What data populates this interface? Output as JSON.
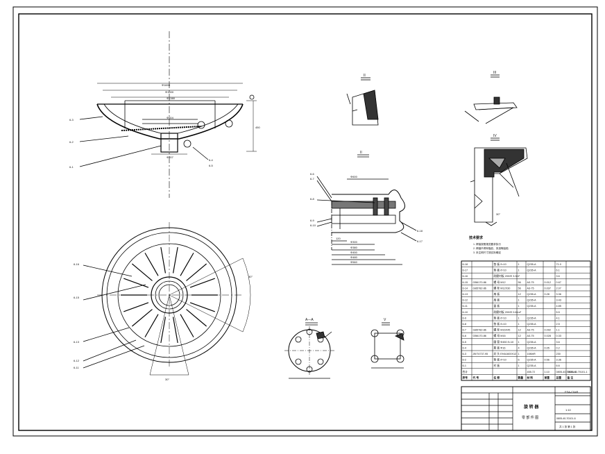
{
  "labels": {
    "callouts": [
      "6-3",
      "6-2",
      "6-1",
      "6-4",
      "6-5",
      "6-6",
      "6-7",
      "6-8",
      "6-9",
      "6-10",
      "6-16",
      "6-17",
      "6-18",
      "6-15",
      "6-13",
      "6-14",
      "6-12",
      "6-11"
    ],
    "dims_top": [
      "Φ1600",
      "Φ1500",
      "Φ1380",
      "Φ604",
      "Φ207",
      "450"
    ],
    "dims_mid": [
      "Φ600",
      "Φ300",
      "Φ380",
      "Φ450",
      "Φ480",
      "Φ560",
      "120"
    ],
    "section_marks": [
      "II",
      "III",
      "IV",
      "A—A",
      "V"
    ],
    "notes_title": "技术要求",
    "notes": [
      "1. 焊接按照规范要求执行",
      "2. 焊缝不得有裂纹、夹渣等缺陷",
      "3. 未注明尺寸按实际确定"
    ],
    "degrees": [
      "30°",
      "30°",
      "30°"
    ]
  },
  "bom": {
    "rows": [
      [
        "6-18",
        "",
        "垫 板 δ=10",
        "1",
        "Q235-A",
        "",
        "71.0"
      ],
      [
        "6-17",
        "",
        "垫 板 δ=10",
        "1",
        "Q235-A",
        "",
        "6.1"
      ],
      [
        "6-16",
        "",
        "耐磨衬板 200/Φ 3.3m²",
        "",
        "",
        "",
        "3.6"
      ],
      [
        "6-15",
        "GB6170-86",
        "螺 母 M12",
        "56",
        "A3-75",
        "0.012",
        "0.67"
      ],
      [
        "6-14",
        "GB5782-86",
        "螺 栓 M12X30",
        "56",
        "A3-75",
        "0.037",
        "2.07"
      ],
      [
        "6-13",
        "",
        "扇 板",
        "12",
        "Q235-A",
        "0.28",
        "3.36"
      ],
      [
        "6-12",
        "",
        "扇 板",
        "1",
        "Q235-A",
        "",
        "3.43"
      ],
      [
        "6-11",
        "",
        "盖 板",
        "1",
        "Q235-A",
        "",
        "4.85"
      ],
      [
        "6-10",
        "",
        "耐磨衬板 200/Φ 0.61m²",
        "",
        "",
        "",
        "5.5"
      ],
      [
        "6-9",
        "",
        "垫 板 δ=10",
        "1",
        "Q235-A",
        "",
        "4.1"
      ],
      [
        "6-8",
        "",
        "垫 板 δ=10",
        "1",
        "Q235-A",
        "",
        "2.5"
      ],
      [
        "6-7",
        "GB5782-86",
        "螺 栓 M16X45",
        "12",
        "A3-75",
        "0.092",
        "1.1"
      ],
      [
        "6-6",
        "GB6170-86",
        "螺 母 M16",
        "12",
        "A3-75",
        "0.028",
        "0.33"
      ],
      [
        "6-5",
        "",
        "圆 管 Φ450 δ=10",
        "1",
        "Q235-A",
        "",
        "3.6"
      ],
      [
        "6-4",
        "",
        "筋 板 Φ16",
        "4",
        "Q235-A",
        "0.05",
        "0.2"
      ],
      [
        "6-3",
        "JB/T4737-95",
        "封 头 EHA1600X12",
        "1",
        "16MnR",
        "",
        "230"
      ],
      [
        "6-2",
        "",
        "垫 板 δ=10",
        "6",
        "Q235-A",
        "0.56",
        "3.36"
      ],
      [
        "6-1",
        "",
        "衬 板",
        "1",
        "Q235-A",
        "",
        "6.6"
      ]
    ],
    "totals": [
      "合计",
      "",
      "",
      "",
      "455.72",
      "1:10",
      "0805-40-70101-6",
      "0805-40-70101-1"
    ],
    "header": [
      "序号",
      "代 号",
      "名 称",
      "数量",
      "材 料",
      "单重",
      "总重",
      "备 注"
    ],
    "title_block": {
      "drawing_name": "旋 转 器",
      "subtitle": "零 部 件 图",
      "code": "FSA-C0aR",
      "drawing_no": "0805-40-70101-6",
      "scale": "1:10",
      "sheet": "共 1 张 第 1 张"
    }
  },
  "colors": {
    "line": "#000000",
    "paper": "#ffffff",
    "hatch": "#222222"
  }
}
